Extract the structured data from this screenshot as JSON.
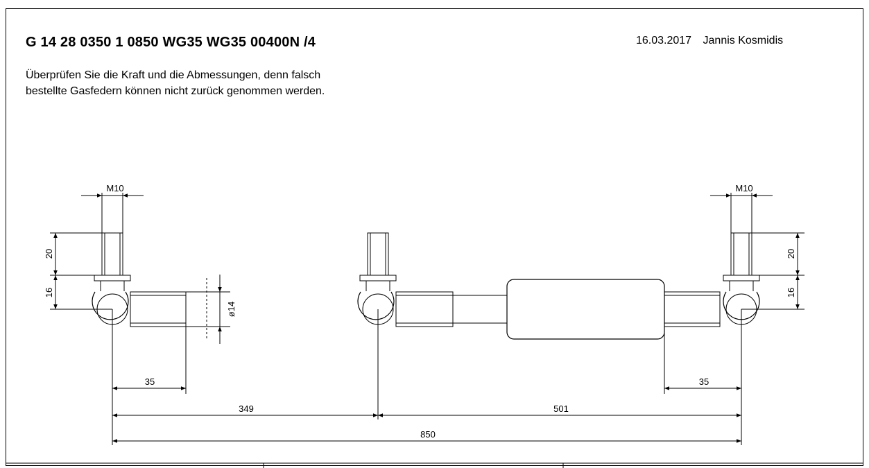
{
  "header": {
    "title": "G 14 28 0350 1 0850 WG35 WG35 00400N /4",
    "date": "16.03.2017",
    "author": "Jannis Kosmidis"
  },
  "notice": {
    "line1": "Überprüfen Sie die Kraft und die Abmessungen, denn falsch",
    "line2": "bestellte Gasfedern können nicht zurück genommen werden."
  },
  "drawing": {
    "thread_left": "M10",
    "thread_right": "M10",
    "stud_length_left": "20",
    "ball_offset_left": "16",
    "stud_length_right": "20",
    "ball_offset_right": "16",
    "diameter": "ø14",
    "socket_left": "35",
    "socket_right": "35",
    "dim_left_segment": "349",
    "dim_right_segment": "501",
    "dim_total": "850"
  }
}
